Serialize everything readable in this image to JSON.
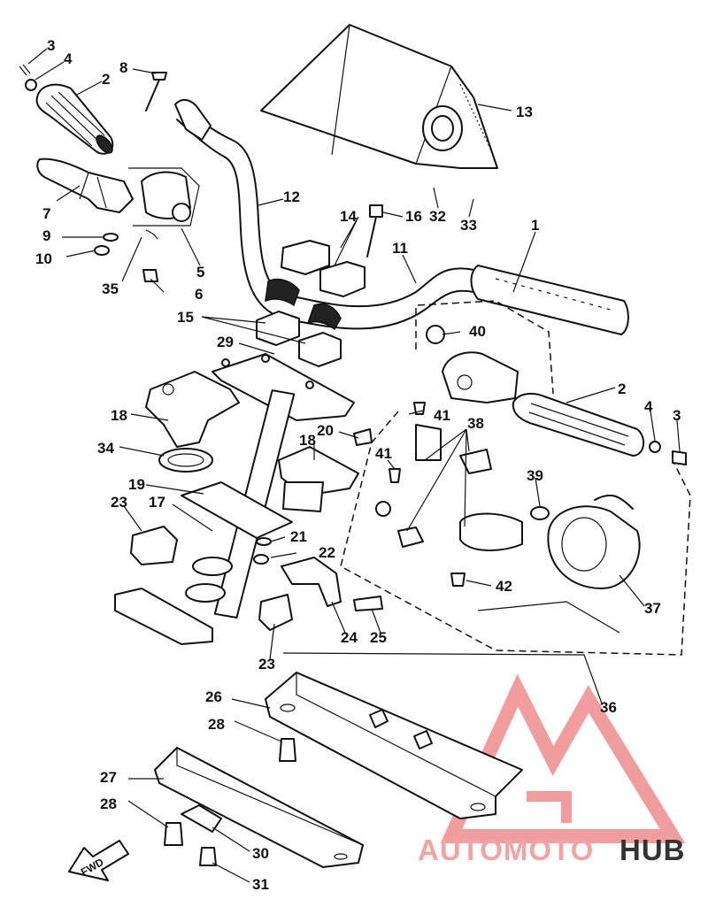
{
  "callouts": [
    {
      "id": "c3a",
      "label": "3"
    },
    {
      "id": "c4a",
      "label": "4"
    },
    {
      "id": "c2a",
      "label": "2"
    },
    {
      "id": "c8",
      "label": "8"
    },
    {
      "id": "c13",
      "label": "13"
    },
    {
      "id": "c7",
      "label": "7"
    },
    {
      "id": "c12",
      "label": "12"
    },
    {
      "id": "c14",
      "label": "14"
    },
    {
      "id": "c16",
      "label": "16"
    },
    {
      "id": "c32",
      "label": "32"
    },
    {
      "id": "c33",
      "label": "33"
    },
    {
      "id": "c9",
      "label": "9"
    },
    {
      "id": "c10",
      "label": "10"
    },
    {
      "id": "c11",
      "label": "11"
    },
    {
      "id": "c1",
      "label": "1"
    },
    {
      "id": "c5",
      "label": "5"
    },
    {
      "id": "c35",
      "label": "35"
    },
    {
      "id": "c6",
      "label": "6"
    },
    {
      "id": "c15",
      "label": "15"
    },
    {
      "id": "c40",
      "label": "40"
    },
    {
      "id": "c29",
      "label": "29"
    },
    {
      "id": "c2b",
      "label": "2"
    },
    {
      "id": "c41a",
      "label": "41"
    },
    {
      "id": "c4b",
      "label": "4"
    },
    {
      "id": "c3b",
      "label": "3"
    },
    {
      "id": "c18a",
      "label": "18"
    },
    {
      "id": "c38",
      "label": "38"
    },
    {
      "id": "c20",
      "label": "20"
    },
    {
      "id": "c18b",
      "label": "18"
    },
    {
      "id": "c34",
      "label": "34"
    },
    {
      "id": "c41b",
      "label": "41"
    },
    {
      "id": "c39",
      "label": "39"
    },
    {
      "id": "c19",
      "label": "19"
    },
    {
      "id": "c23a",
      "label": "23"
    },
    {
      "id": "c17",
      "label": "17"
    },
    {
      "id": "c21",
      "label": "21"
    },
    {
      "id": "c22",
      "label": "22"
    },
    {
      "id": "c42",
      "label": "42"
    },
    {
      "id": "c37",
      "label": "37"
    },
    {
      "id": "c24",
      "label": "24"
    },
    {
      "id": "c25",
      "label": "25"
    },
    {
      "id": "c23b",
      "label": "23"
    },
    {
      "id": "c36",
      "label": "36"
    },
    {
      "id": "c26",
      "label": "26"
    },
    {
      "id": "c28a",
      "label": "28"
    },
    {
      "id": "c27",
      "label": "27"
    },
    {
      "id": "c28b",
      "label": "28"
    },
    {
      "id": "c30",
      "label": "30"
    },
    {
      "id": "c31",
      "label": "31"
    }
  ],
  "fwd_arrow": {
    "label": "FWD"
  },
  "watermark": {
    "part1": "AUTOMOTO",
    "part2": "HUB",
    "color_light": "#f4a3a3",
    "color_dark": "#333333",
    "accent": "#e96a6a"
  },
  "colors": {
    "line": "#111111",
    "background": "#ffffff"
  }
}
